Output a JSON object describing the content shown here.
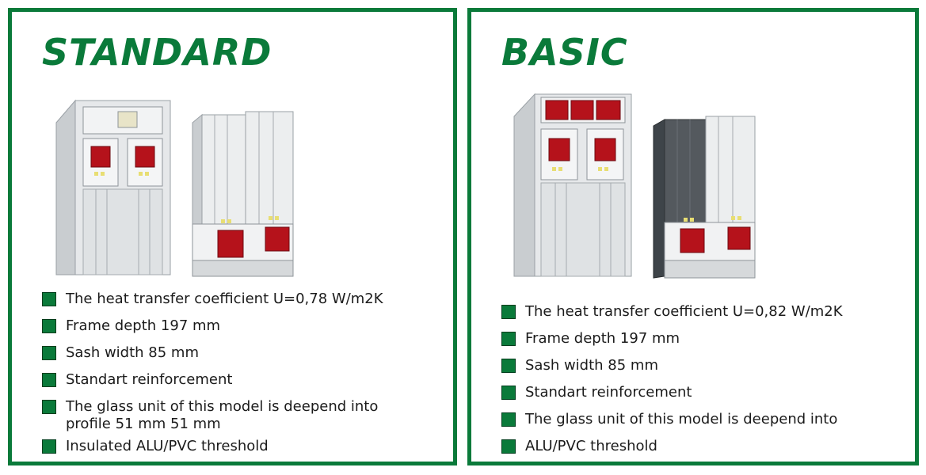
{
  "colors": {
    "accent": "#0a7a3a",
    "reinforcement": "#b5121b"
  },
  "panels": [
    {
      "title": "STANDARD",
      "features": [
        "The heat transfer coefficient U=0,78 W/m2K",
        "Frame depth 197 mm",
        "Sash width 85 mm",
        "Standart reinforcement",
        "The glass unit of this model is deepend into profile 51 mm 51 mm",
        "Insulated ALU/PVC threshold"
      ]
    },
    {
      "title": "BASIC",
      "features": [
        "The heat transfer coefficient U=0,82 W/m2K",
        "Frame depth 197 mm",
        "Sash width 85 mm",
        "Standart reinforcement",
        "The glass unit of this model is deepend into",
        "ALU/PVC threshold"
      ]
    }
  ]
}
